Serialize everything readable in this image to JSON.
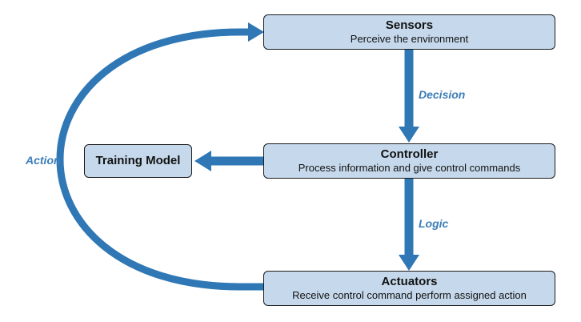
{
  "nodes": {
    "sensors": {
      "title": "Sensors",
      "desc": "Perceive the environment"
    },
    "controller": {
      "title": "Controller",
      "desc": "Process information and give control commands"
    },
    "actuators": {
      "title": "Actuators",
      "desc": "Receive control command perform assigned action"
    },
    "training": {
      "title": "Training Model"
    }
  },
  "edges": {
    "decision": "Decision",
    "logic": "Logic",
    "action": "Action"
  },
  "colors": {
    "node_fill": "#c6d9ec",
    "node_border": "#1a1a1a",
    "arrow": "#2f78b5",
    "label": "#3a7db8"
  }
}
